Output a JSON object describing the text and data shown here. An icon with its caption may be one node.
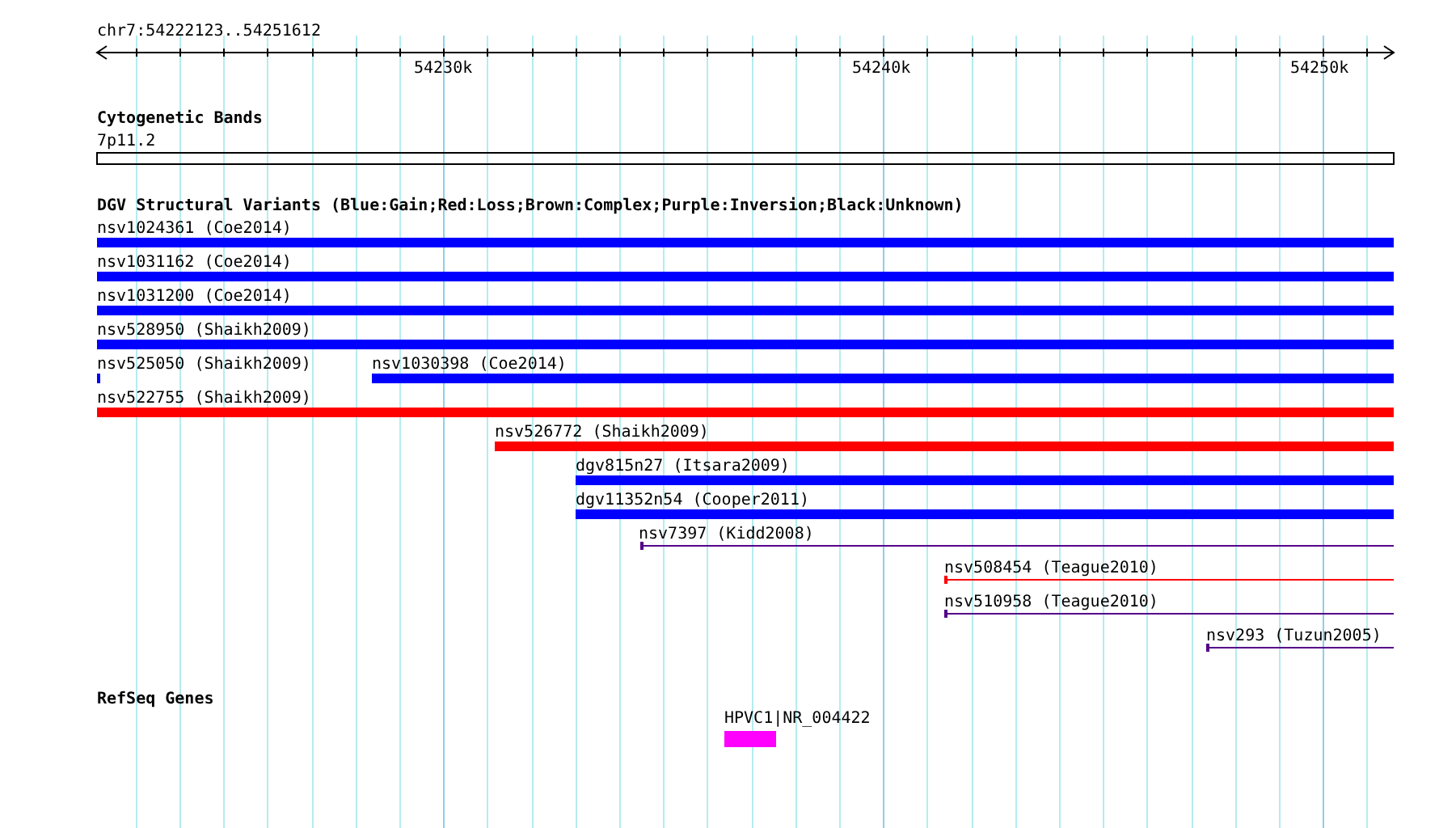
{
  "diagram": {
    "nodes": [
      {
        "text": [
          "7p11.2"
        ]
      },
      {
        "text": [
          "nsv1024361 (Coe2014)"
        ]
      },
      {
        "text": [
          "nsv1031162 (Coe2014)"
        ]
      },
      {
        "text": [
          "nsv1031200 (Coe2014)"
        ]
      },
      {
        "text": [
          "nsv528950 (Shaikh2009)"
        ]
      },
      {
        "text": [
          "nsv525050 (Shaikh2009)"
        ]
      },
      {
        "text": [
          "nsv1030398 (Coe2014)"
        ]
      },
      {
        "text": [
          "nsv522755 (Shaikh2009)"
        ]
      },
      {
        "text": [
          "nsv526772 (Shaikh2009)"
        ]
      },
      {
        "text": [
          "dgv815n27 (Itsara2009)"
        ]
      },
      {
        "text": [
          "dgv11352n54 (Cooper2011)"
        ]
      },
      {
        "text": [
          "nsv7397 (Kidd2008)"
        ]
      },
      {
        "text": [
          "nsv508454 (Teague2010)"
        ]
      },
      {
        "text": [
          "nsv510958 (Teague2010)"
        ]
      },
      {
        "text": [
          "nsv293 (Tuzun2005)"
        ]
      },
      {
        "text": [
          "HPVC1|NR_004422"
        ]
      }
    ],
    "edges": [],
    "labels": [
      "chr7:54222123..54251612",
      "54230k",
      "54240k",
      "54250k",
      "Cytogenetic Bands",
      "DGV Structural Variants (Blue:Gain;Red:Loss;Brown:Complex;Purple:Inversion;Black:Unknown)",
      "RefSeq Genes"
    ]
  }
}
